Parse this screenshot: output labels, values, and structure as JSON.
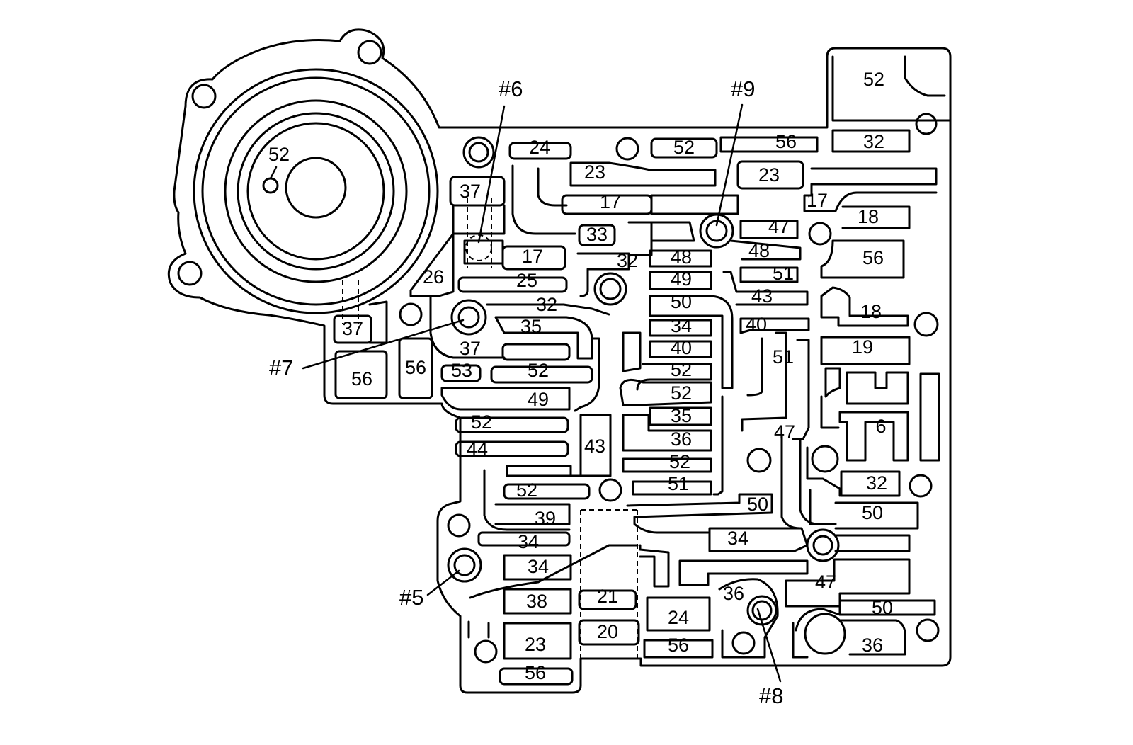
{
  "callouts": {
    "c5": "#5",
    "c6": "#6",
    "c7": "#7",
    "c8": "#8",
    "c9": "#9"
  },
  "passages": [
    "52",
    "37",
    "37",
    "56",
    "56",
    "53",
    "26",
    "17",
    "25",
    "32",
    "35",
    "37",
    "52",
    "49",
    "52",
    "44",
    "43",
    "52",
    "39",
    "34",
    "34",
    "38",
    "23",
    "56",
    "21",
    "20",
    "24",
    "56",
    "33",
    "32",
    "48",
    "49",
    "50",
    "34",
    "40",
    "52",
    "52",
    "35",
    "36",
    "52",
    "51",
    "24",
    "52",
    "56",
    "23",
    "23",
    "17",
    "17",
    "47",
    "48",
    "51",
    "43",
    "40",
    "51",
    "47",
    "50",
    "34",
    "36",
    "52",
    "32",
    "18",
    "56",
    "18",
    "19",
    "6",
    "32",
    "50",
    "47",
    "50",
    "36"
  ]
}
